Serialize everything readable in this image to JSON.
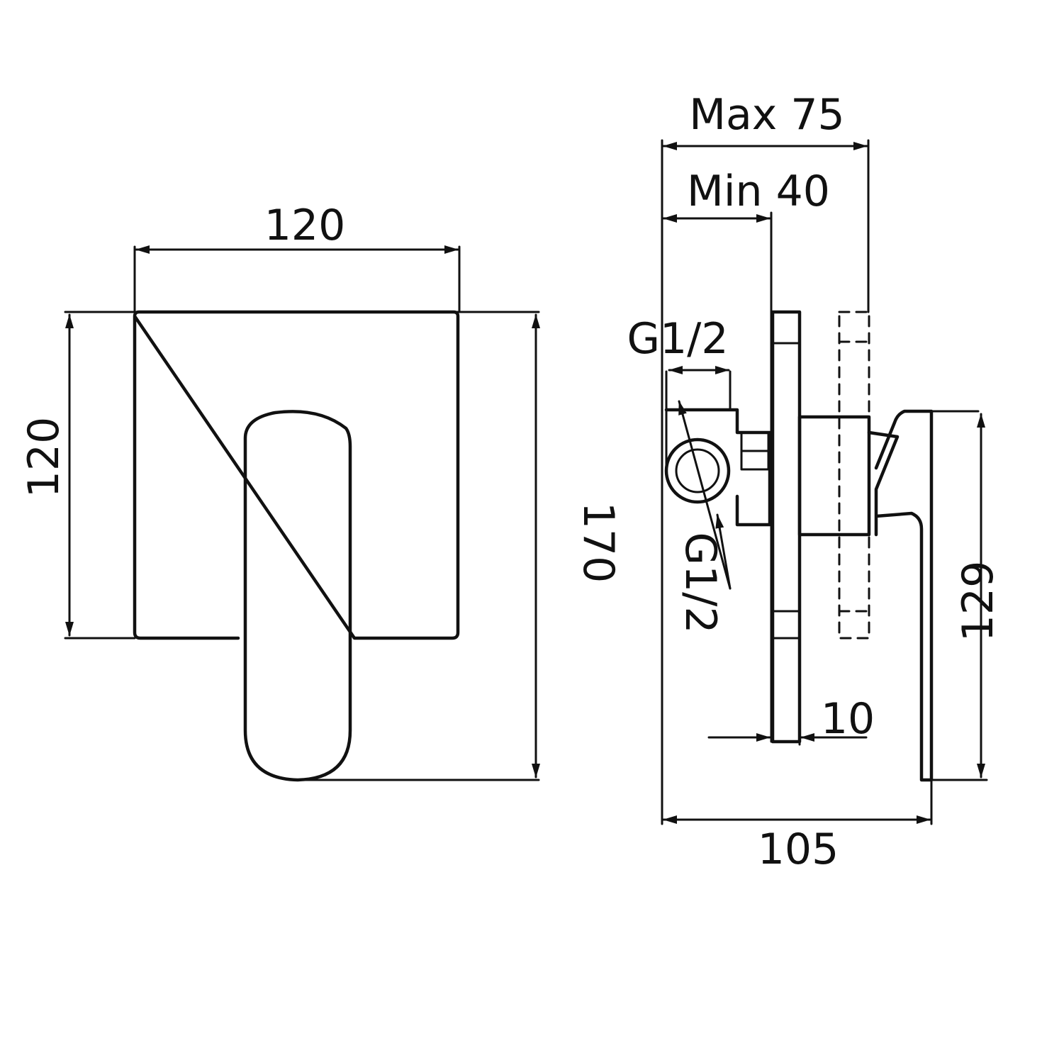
{
  "front_view": {
    "width_label": "120",
    "plate_height_label": "120",
    "total_height_label": "170"
  },
  "side_view": {
    "max_depth_label": "Max 75",
    "min_depth_label": "Min 40",
    "inlet_thread_label": "G1/2",
    "outlet_thread_label": "G1/2",
    "plate_thickness_label": "10",
    "overall_depth_label": "105",
    "handle_height_label": "129"
  },
  "colors": {
    "line": "#111111",
    "background": "#ffffff"
  }
}
